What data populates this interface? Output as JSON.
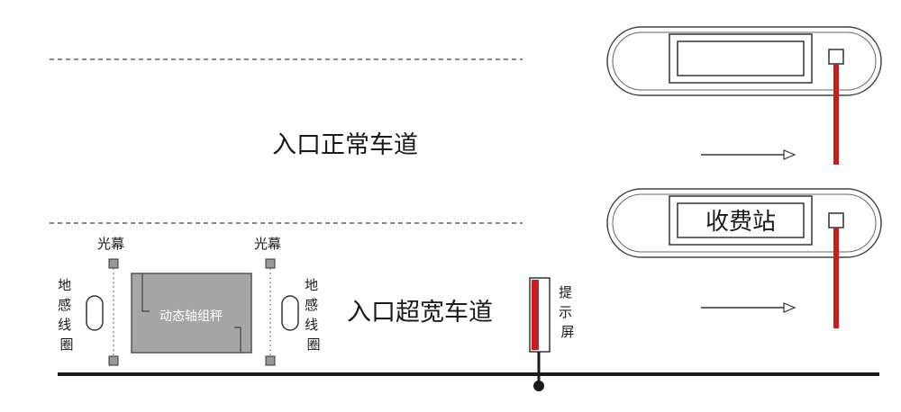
{
  "lanes": {
    "normal_label": "入口正常车道",
    "wide_label": "入口超宽车道"
  },
  "booths": {
    "top_label": "",
    "bottom_label": "收费站"
  },
  "sensors": {
    "light_curtain_label": "光幕",
    "ground_loop_label": "地感线圈",
    "axle_scale_label": "动态轴组秤",
    "display_screen_label": "提示屏"
  },
  "colors": {
    "barrier_red": "#c81e1e",
    "scale_gray": "#a6a6a6",
    "booth_dark": "#555555",
    "road_line": "#1a1a1a",
    "dashed_line": "#888888"
  }
}
